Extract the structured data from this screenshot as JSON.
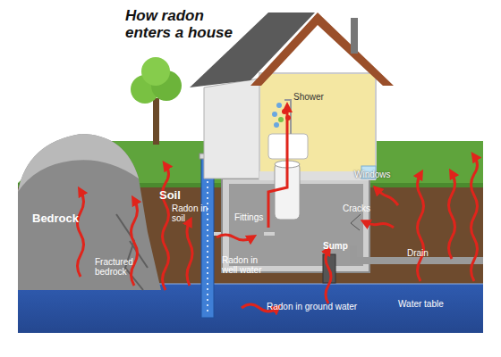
{
  "diagram": {
    "title": "How radon enters a house",
    "labels": [
      "Shower",
      "Windows",
      "Soil",
      "Radon in soil",
      "Bedrock",
      "Fittings",
      "Cracks",
      "Sump",
      "Fractured bedrock",
      "Radon in well water",
      "Drain",
      "Radon in ground water",
      "Water table"
    ]
  }
}
